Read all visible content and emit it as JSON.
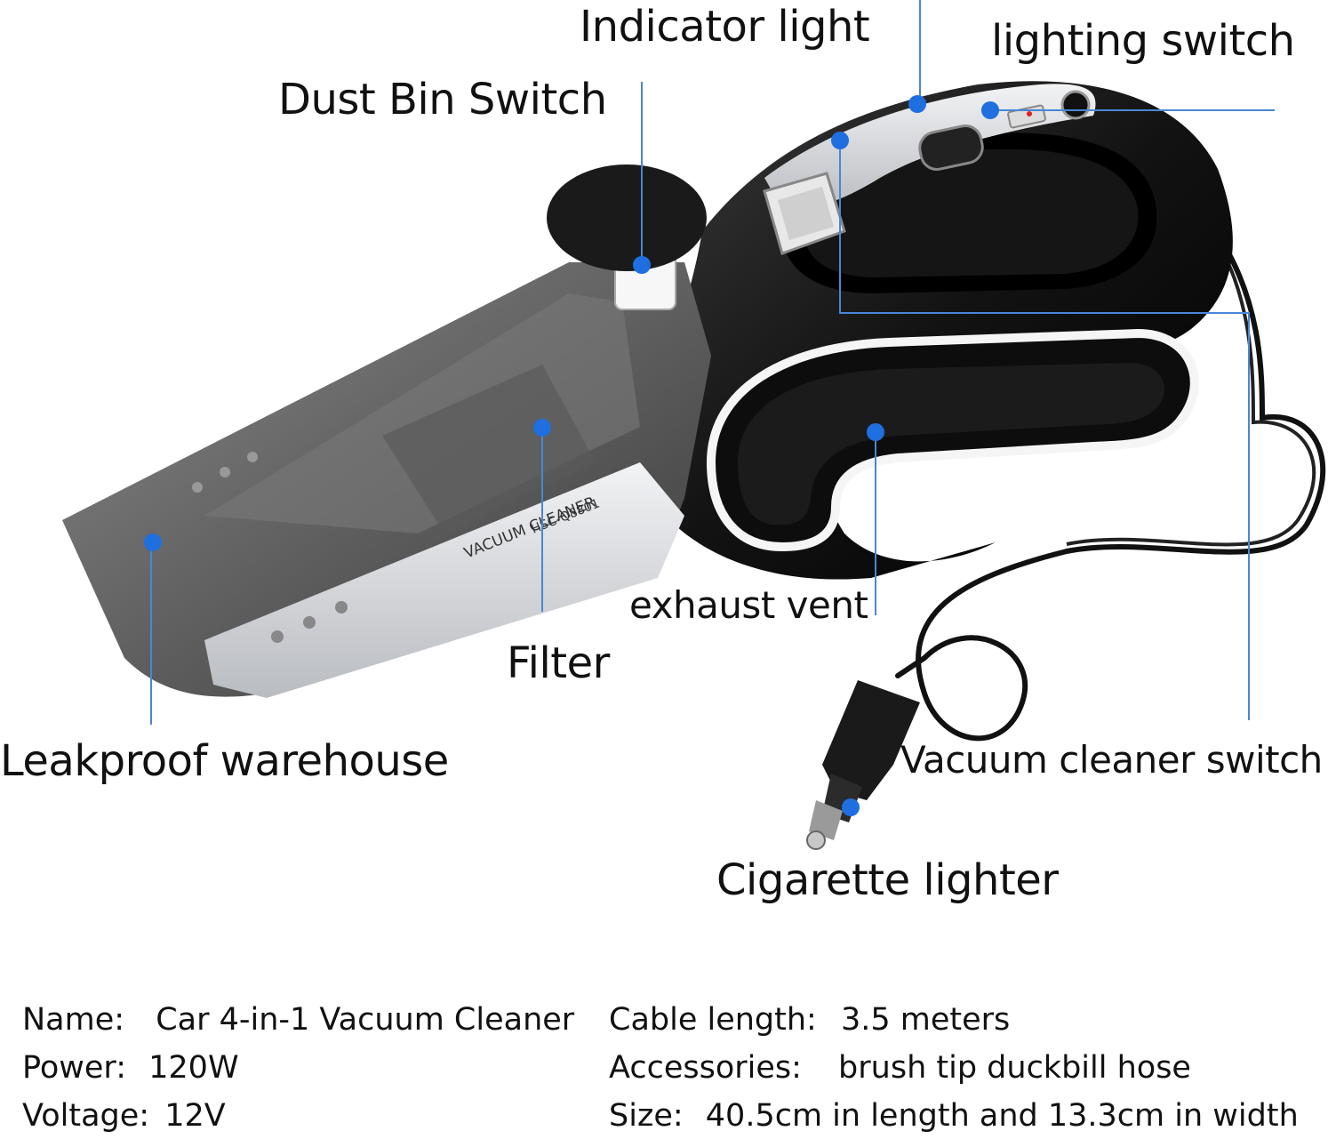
{
  "callouts": {
    "indicator_light": "Indicator light",
    "lighting_switch": "lighting switch",
    "dust_bin_switch": "Dust Bin Switch",
    "exhaust_vent": "exhaust vent",
    "filter": "Filter",
    "leakproof_warehouse": "Leakproof warehouse",
    "vacuum_cleaner_switch": "Vacuum cleaner switch",
    "cigarette_lighter": "Cigarette lighter"
  },
  "product_print": {
    "line1": "VACUUM CLEANER",
    "line2": "HSC-Q8801",
    "line3": "VACUUM CLEANER"
  },
  "specs": {
    "name_label": "Name:",
    "name_value": "Car 4-in-1 Vacuum Cleaner",
    "power_label": "Power:",
    "power_value": "120W",
    "voltage_label": "Voltage:",
    "voltage_value": "12V",
    "cable_label": "Cable length:",
    "cable_value": "3.5 meters",
    "accessories_label": "Accessories:",
    "accessories_value": "brush tip duckbill hose",
    "size_label": "Size:",
    "size_value": "40.5cm in length and 13.3cm in width"
  },
  "colors": {
    "leader_line": "#4a86d6",
    "marker_dot": "#1f6fe0",
    "body_black": "#111111",
    "silver": "#cfd2d6",
    "dust_bin": "#6e6e6e",
    "light_strip": "#ffffff"
  }
}
